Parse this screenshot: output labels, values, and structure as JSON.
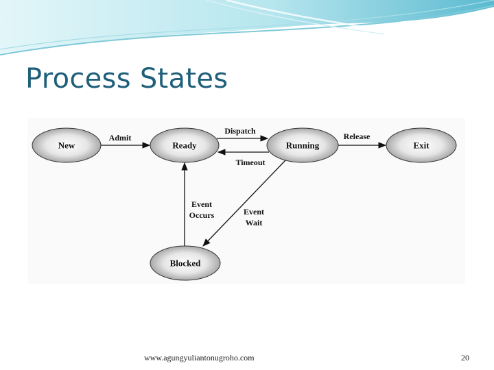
{
  "slide": {
    "title": "Process States",
    "footer_url": "www.agungyuliantonugroho.com",
    "page_number": "20"
  },
  "diagram": {
    "states": {
      "new": "New",
      "ready": "Ready",
      "running": "Running",
      "exit": "Exit",
      "blocked": "Blocked"
    },
    "transitions": {
      "admit": "Admit",
      "dispatch": "Dispatch",
      "timeout": "Timeout",
      "release": "Release",
      "event_occurs": [
        "Event",
        "Occurs"
      ],
      "event_wait": [
        "Event",
        "Wait"
      ]
    }
  },
  "colors": {
    "title": "#1f5f7a",
    "banner_light": "#cdeef3",
    "banner_mid": "#8fd4e2",
    "banner_dark": "#3a9fb8"
  }
}
